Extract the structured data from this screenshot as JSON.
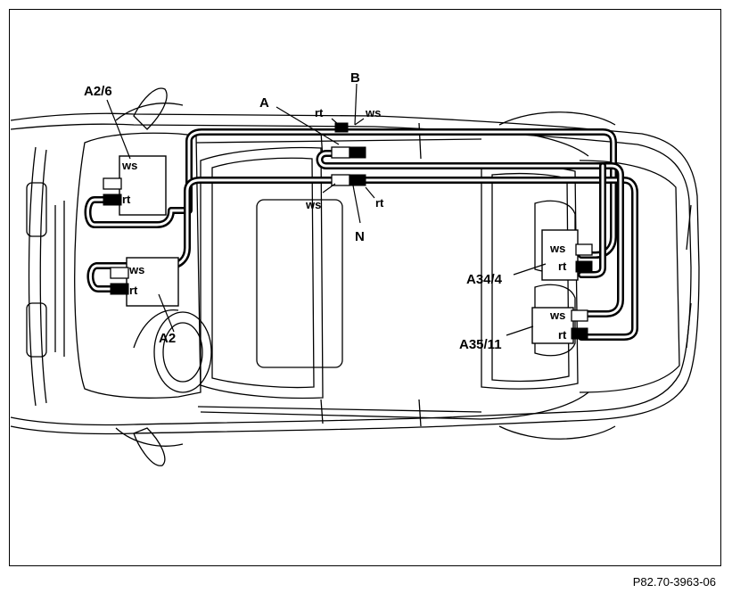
{
  "labels": {
    "a2_6": "A2/6",
    "a2": "A2",
    "a34_4": "A34/4",
    "a35_11": "A35/11",
    "a": "A",
    "b": "B",
    "n": "N",
    "ws": "ws",
    "rt": "rt"
  },
  "figure_code": "P82.70-3963-06",
  "colors": {
    "line": "#000000",
    "background": "#ffffff"
  }
}
